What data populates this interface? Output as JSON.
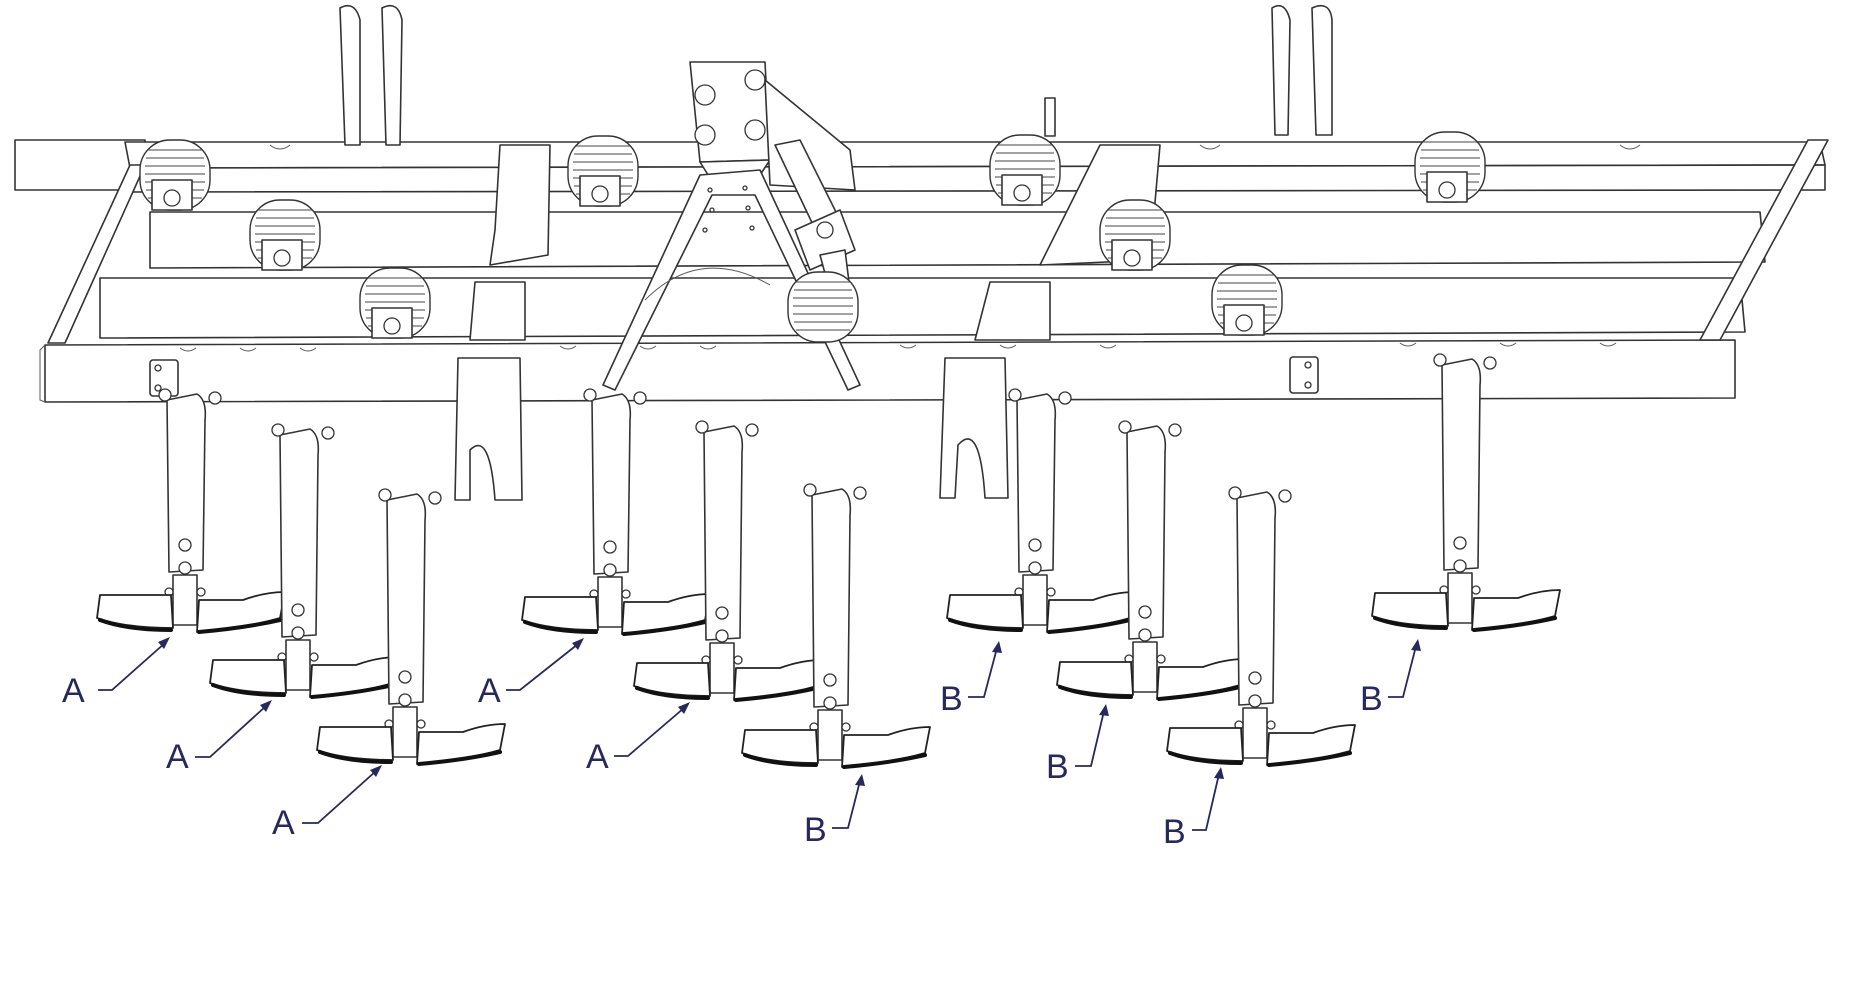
{
  "figure": {
    "description_labels": [
      "A",
      "B"
    ],
    "colors": {
      "line": "#3a3a3a",
      "callout": "#27285c",
      "background": "#ffffff"
    }
  },
  "callouts": [
    {
      "id": "a1",
      "label": "A"
    },
    {
      "id": "a2",
      "label": "A"
    },
    {
      "id": "a3",
      "label": "A"
    },
    {
      "id": "a4",
      "label": "A"
    },
    {
      "id": "a5",
      "label": "A"
    },
    {
      "id": "b1",
      "label": "B"
    },
    {
      "id": "b2",
      "label": "B"
    },
    {
      "id": "b3",
      "label": "B"
    },
    {
      "id": "b4",
      "label": "B"
    },
    {
      "id": "b5",
      "label": "B"
    }
  ]
}
